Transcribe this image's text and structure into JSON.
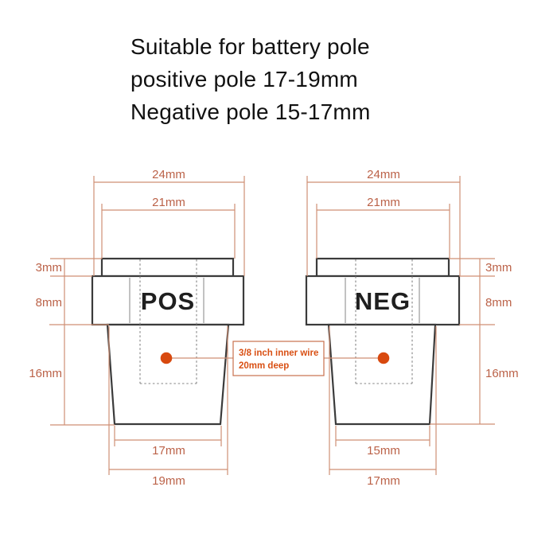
{
  "title": {
    "line1": "Suitable for battery pole",
    "line2": "positive pole 17-19mm",
    "line3": "Negative pole 15-17mm"
  },
  "diagram": {
    "pos": {
      "label": "POS",
      "dims": {
        "outer_width": "24mm",
        "inner_width": "21mm",
        "cap_height": "3mm",
        "nut_height": "8mm",
        "taper_height": "16mm",
        "bottom_width": "17mm",
        "taper_top_width": "19mm"
      }
    },
    "neg": {
      "label": "NEG",
      "dims": {
        "outer_width": "24mm",
        "inner_width": "21mm",
        "cap_height": "3mm",
        "nut_height": "8mm",
        "taper_height": "16mm",
        "bottom_width": "15mm",
        "taper_top_width": "17mm"
      }
    },
    "annotation": {
      "line1": "3/8 inch inner wire",
      "line2": "20mm deep"
    }
  },
  "colors": {
    "background": "#ffffff",
    "outline": "#3b3b3b",
    "dimension_line": "#cf8f74",
    "dimension_text": "#bb6248",
    "annotation_text": "#d95014",
    "wire_dot": "#d8490f",
    "title_text": "#111111"
  }
}
